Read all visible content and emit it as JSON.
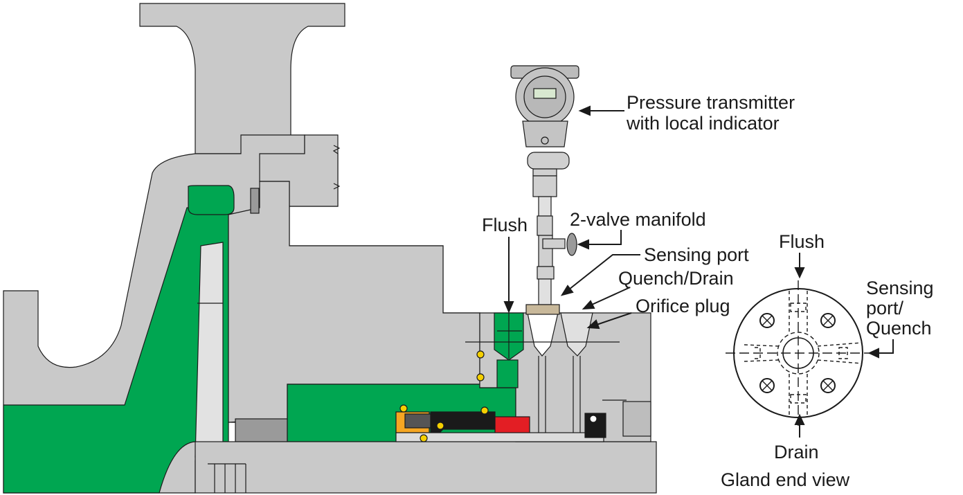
{
  "labels": {
    "pressure_transmitter_line1": "Pressure transmitter",
    "pressure_transmitter_line2": "with local indicator",
    "flush_main": "Flush",
    "two_valve_manifold": "2-valve manifold",
    "sensing_port": "Sensing port",
    "quench_drain": "Quench/Drain",
    "orifice_plug": "Orifice plug",
    "end_view_flush": "Flush",
    "end_view_sensing_1": "Sensing",
    "end_view_sensing_2": "port/",
    "end_view_sensing_3": "Quench",
    "end_view_drain": "Drain",
    "end_view_caption": "Gland end view"
  },
  "colors": {
    "housing_gray": "#c9c9c9",
    "dark_gray": "#9a9a9a",
    "light_gray": "#dcdcdc",
    "seal_green": "#00a651",
    "seal_red": "#e31e24",
    "spring_orange": "#f5a623",
    "outline": "#1a1a1a",
    "background": "#ffffff"
  }
}
